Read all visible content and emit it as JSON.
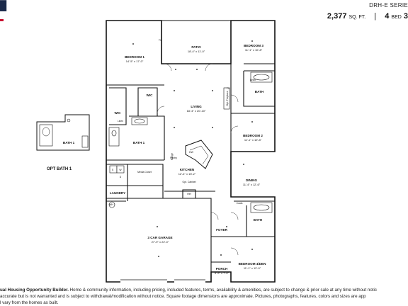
{
  "header": {
    "logo_text": "█",
    "series": "DRH-E SERIE",
    "sqft_value": "2,377",
    "sqft_unit": "SQ. FT.",
    "beds_value": "4",
    "beds_unit": "BED",
    "baths_value": "3"
  },
  "rooms": {
    "bedroom1": {
      "name": "BEDROOM 1",
      "dim": "14'-5\" x 17'-0\""
    },
    "patio": {
      "name": "PATIO",
      "dim": "18'-4\" x 11'-0\""
    },
    "bedroom3": {
      "name": "BEDROOM 3",
      "dim": "11'-1\" x 10'-8\""
    },
    "living": {
      "name": "LIVING",
      "dim": "18'-4\" x 20'-10\""
    },
    "bedroom2": {
      "name": "BEDROOM 2",
      "dim": "11'-1\" x 10'-8\""
    },
    "kitchen": {
      "name": "KITCHEN",
      "dim": "12'-4\" x 15'-2\""
    },
    "dining": {
      "name": "DINING",
      "dim": "11'-4\" x 12'-6\""
    },
    "garage": {
      "name": "3 CAR GARAGE",
      "dim": "27'-9\" x 22'-0\""
    },
    "porch": {
      "name": "PORCH",
      "dim": "5'-9\" x 7'-0\""
    },
    "bedroom4": {
      "name": "BEDROOM 4/DEN",
      "dim": "11'-1\" x 12'-0\""
    }
  },
  "labels": {
    "bath1": "BATH 1",
    "opt_bath1_room": "BATH 1",
    "opt_bath1_caption": "OPT BATH 1",
    "bath_upper": "BATH",
    "bath_lower": "BATH",
    "wic_left": "WIC",
    "wic_right": "WIC",
    "linen_left": "Linen",
    "linen_right": "Linen",
    "laundry": "LAUNDRY",
    "media_closet": "Media Closet",
    "pantry": "Pantry",
    "range": "Range",
    "dw": "DW",
    "opt_cabinet": "Opt. Cabinet",
    "ref": "Ref",
    "coats": "Coats",
    "wh": "WH",
    "foyer": "FOYER",
    "tv": "TV",
    "opt_fireplace": "Opt. Fireplace",
    "tv_right": "TV",
    "s": "S",
    "w": "W",
    "d": "D"
  },
  "footer": {
    "line1_bold": "ual Housing Opportunity Builder.",
    "line1": " Home & community information, including pricing, included features, terms, availability & amenities, are subject to change & prior sale at any time without notic",
    "line2": " accurate but is not warranted and is subject to withdrawal/modification without notice. Square footage dimensions are approximate. Pictures, photographs, features, colors and sizes are app",
    "line3": "l vary from the homes as built."
  }
}
